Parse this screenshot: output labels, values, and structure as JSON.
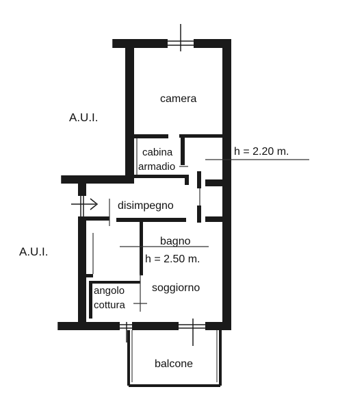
{
  "labels": {
    "aui_top": "A.U.I.",
    "aui_bottom": "A.U.I.",
    "camera": "camera",
    "cabina": "cabina",
    "armadio": "armadio",
    "height_upper": "h = 2.20 m.",
    "disimpegno": "disimpegno",
    "bagno": "bagno",
    "height_lower": "h = 2.50 m.",
    "soggiorno": "soggiorno",
    "angolo": "angolo",
    "cottura": "cottura",
    "balcone": "balcone"
  },
  "colors": {
    "wall": "#1a1a1a",
    "line": "#333333",
    "background": "#ffffff"
  }
}
